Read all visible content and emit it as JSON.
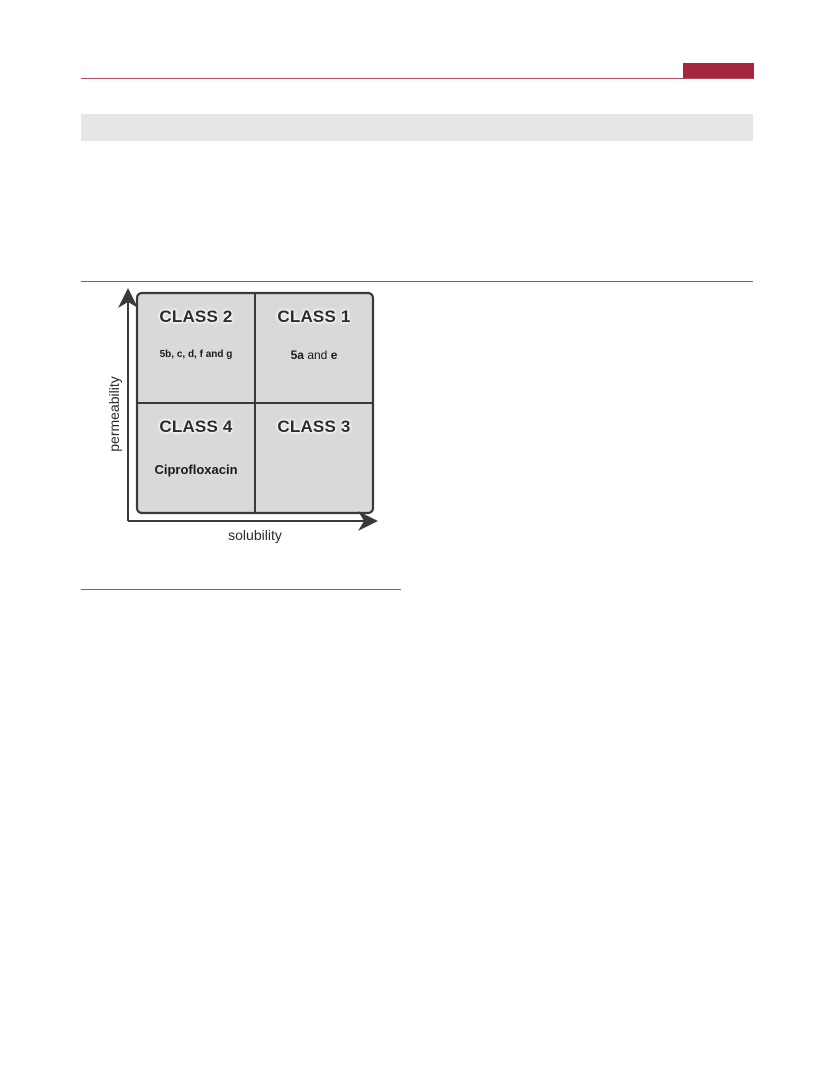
{
  "diagram": {
    "axes": {
      "y_label": "permeability",
      "x_label": "solubility"
    },
    "quadrants": [
      {
        "position": "top-left",
        "title": "CLASS 2",
        "members": "5b, c, d, f and g"
      },
      {
        "position": "top-right",
        "title": "CLASS 1",
        "members_parts": [
          "5a",
          "and",
          "e"
        ]
      },
      {
        "position": "bottom-left",
        "title": "CLASS 4",
        "members": "Ciprofloxacin"
      },
      {
        "position": "bottom-right",
        "title": "CLASS 3",
        "members": ""
      }
    ]
  },
  "colors": {
    "accent": "#a6263f",
    "quadrant_fill": "#d9d9d9",
    "grey_bar": "#e6e6e6"
  }
}
